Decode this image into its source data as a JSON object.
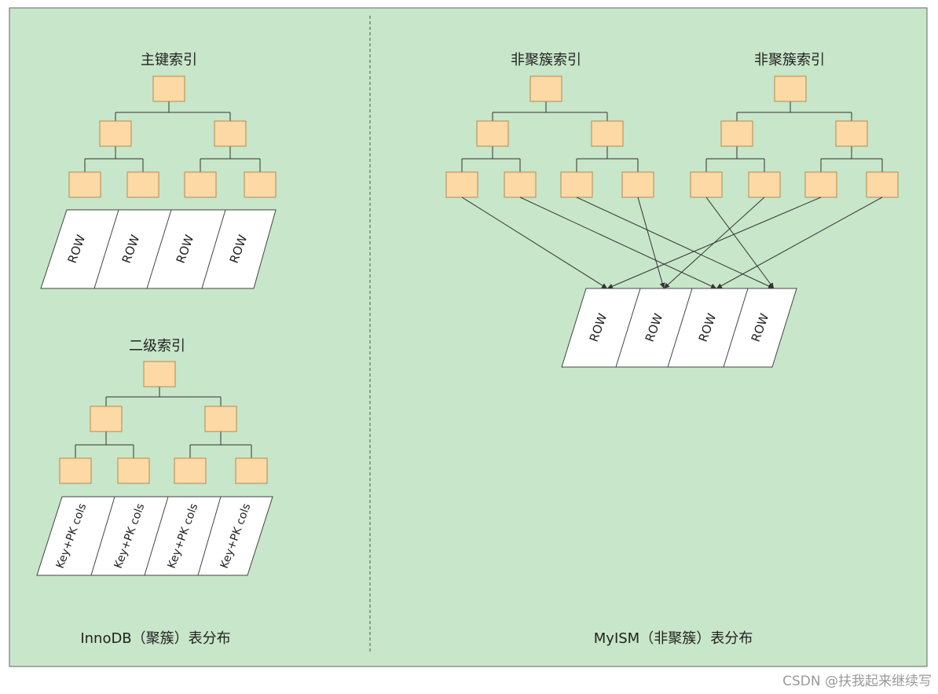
{
  "colors": {
    "background": "#c8e6c9",
    "border": "#666666",
    "node_fill": "#fdd9a5",
    "node_stroke": "#b58b50",
    "row_fill": "#ffffff",
    "line": "#333333"
  },
  "innodb": {
    "title": "InnoDB（聚簇）表分布",
    "primary_index": {
      "label": "主键索引",
      "cells": [
        "ROW",
        "ROW",
        "ROW",
        "ROW"
      ]
    },
    "secondary_index": {
      "label": "二级索引",
      "cells": [
        "Key+PK cols",
        "Key+PK cols",
        "Key+PK cols",
        "Key+PK cols"
      ]
    }
  },
  "myisam": {
    "title": "MyISM（非聚簇）表分布",
    "index_left": {
      "label": "非聚簇索引"
    },
    "index_right": {
      "label": "非聚簇索引"
    },
    "rows": {
      "cells": [
        "ROW",
        "ROW",
        "ROW",
        "ROW"
      ]
    }
  },
  "watermark": "CSDN @扶我起来继续写"
}
